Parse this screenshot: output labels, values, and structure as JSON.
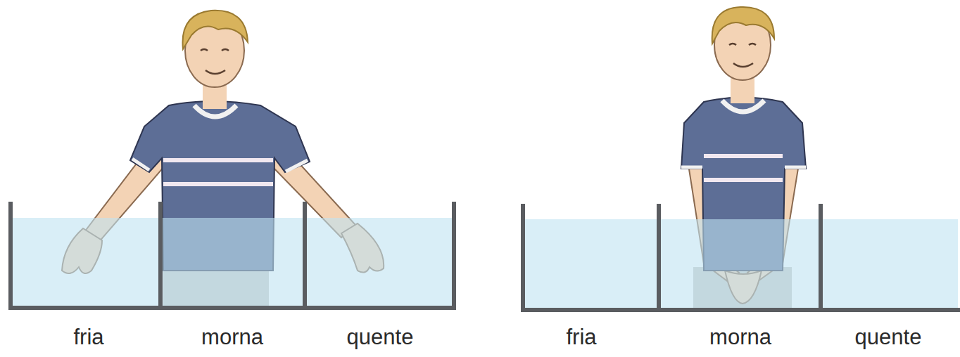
{
  "diagram": {
    "labels": [
      "fria",
      "morna",
      "quente",
      "fria",
      "morna",
      "quente"
    ]
  }
}
